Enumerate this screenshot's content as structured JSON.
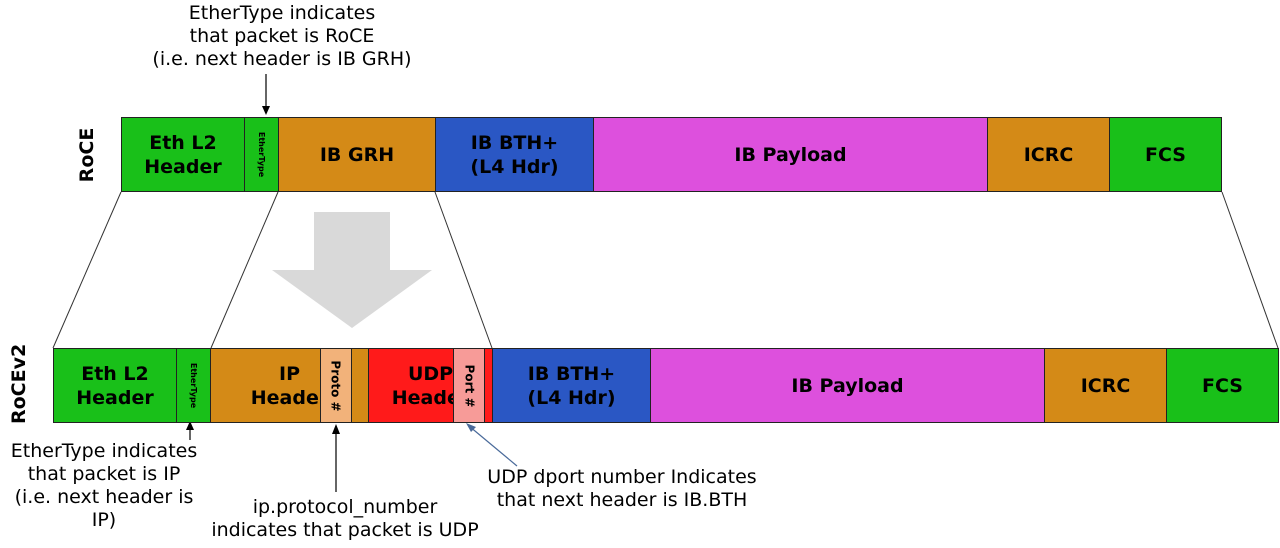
{
  "colors": {
    "green": "#19c019",
    "orange": "#d48a17",
    "blue": "#2a57c4",
    "magenta": "#dd50dd",
    "red": "#ff1a1a",
    "tag_fill": "#f2b27a",
    "udp_tag_fill": "#f79b98",
    "arrow_gray": "#d9d9d9"
  },
  "roce": {
    "label": "RoCE",
    "segments": {
      "eth_l2": "Eth L2\nHeader",
      "ethertype": "EtherType",
      "ib_grh": "IB GRH",
      "ib_bth": "IB BTH+\n(L4 Hdr)",
      "ib_payload": "IB Payload",
      "icrc": "ICRC",
      "fcs": "FCS"
    },
    "annotation": "EtherType indicates\nthat packet is RoCE\n(i.e. next header is IB GRH)"
  },
  "rocev2": {
    "label": "RoCEv2",
    "segments": {
      "eth_l2": "Eth L2\nHeader",
      "ethertype": "EtherType",
      "ip_header": "IP\nHeader",
      "proto": "Proto #",
      "udp_header": "UDP\nHeader",
      "port": "Port #",
      "ib_bth": "IB BTH+\n(L4 Hdr)",
      "ib_payload": "IB Payload",
      "icrc": "ICRC",
      "fcs": "FCS"
    },
    "annotations": {
      "ethertype": "EtherType indicates\nthat packet is IP\n(i.e. next header is\nIP)",
      "proto": "ip.protocol_number\nindicates that packet is UDP",
      "port": "UDP dport number Indicates\nthat next header is IB.BTH"
    }
  }
}
